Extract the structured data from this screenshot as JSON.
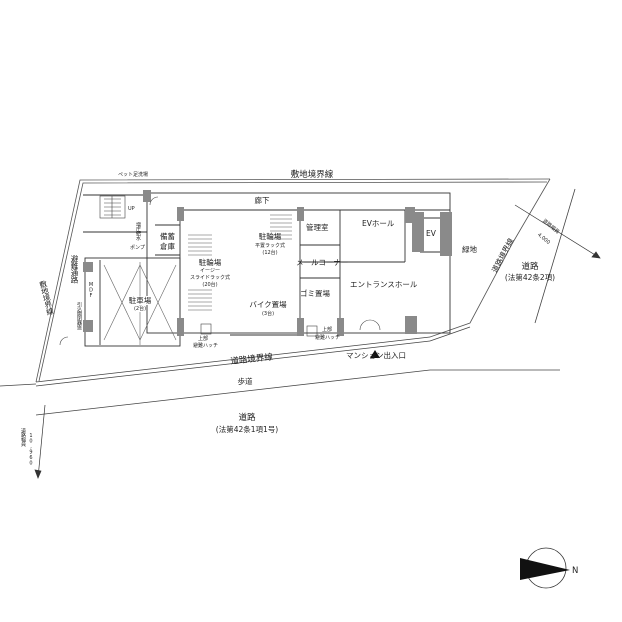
{
  "labels": {
    "site_boundary": "敷地境界線",
    "pet_wash": "ペット足洗場",
    "up": "UP",
    "corridor": "廊下",
    "management_room": "管理室",
    "ev_hall": "EVホール",
    "ev": "EV",
    "greenery": "緑地",
    "pump": "ポンプ",
    "pump_room": "増圧給水",
    "storage_line1": "備蓄",
    "storage_line2": "倉庫",
    "bicycle_lower": "駐輪場",
    "bicycle_lower_sub1": "イージー",
    "bicycle_lower_sub2": "スライドラック式",
    "bicycle_lower_sub3": "(20台)",
    "bicycle_upper": "駐輪場",
    "bicycle_upper_sub1": "平置ラック式",
    "bicycle_upper_sub2": "(12台)",
    "mail_corner": "メールコーナー",
    "garbage": "ゴミ置場",
    "entrance_hall": "エントランスホール",
    "bike_parking": "バイク置場",
    "bike_parking_sub": "(3台)",
    "evac_hatch_left_1": "上部",
    "evac_hatch_left_2": "避難ハッチ",
    "evac_hatch_right_1": "上部",
    "evac_hatch_right_2": "避難ハッチ",
    "parking": "駐車場",
    "parking_sub": "(2台)",
    "evacuation_road": "避難通路",
    "mdf": "MDF",
    "meter_room": "引込開閉器盤",
    "site_boundary_left": "敷地境界線",
    "road_boundary": "道路境界線",
    "sidewalk": "歩道",
    "road_main": "道路",
    "road_main_sub": "(法第42条1項1号)",
    "road_right": "道路",
    "road_right_sub": "(法第42条2項)",
    "road_right_boundary": "道路境界線",
    "road_width_right": "道路幅員",
    "road_width_right_value": "4,000",
    "road_width_left": "道路幅員",
    "road_width_left_value": "10,960",
    "mansion_entrance": "マンション出入口",
    "north": "N"
  },
  "colors": {
    "wall": "#8a8a8a",
    "line": "#333333",
    "compass": "#111111"
  }
}
